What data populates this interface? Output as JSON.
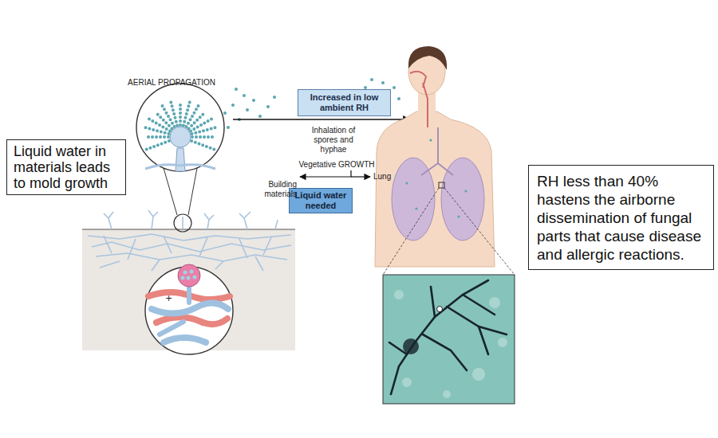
{
  "diagram": {
    "nodes": [
      {
        "text": [
          "Liquid water in materials leads to mold growth"
        ]
      },
      {
        "text": [
          "Increased in low ambient RH"
        ]
      },
      {
        "text": [
          "RH less than 40% hastens the airborne dissemination of fungal parts that cause disease and allergic reactions."
        ]
      },
      {
        "text": [
          "Liquid water needed"
        ]
      }
    ],
    "labels": [
      "AERIAL PROPAGATION",
      "Inhalation of spores and hyphae",
      "Vegetative GROWTH",
      "Building materials",
      "Lung"
    ]
  }
}
